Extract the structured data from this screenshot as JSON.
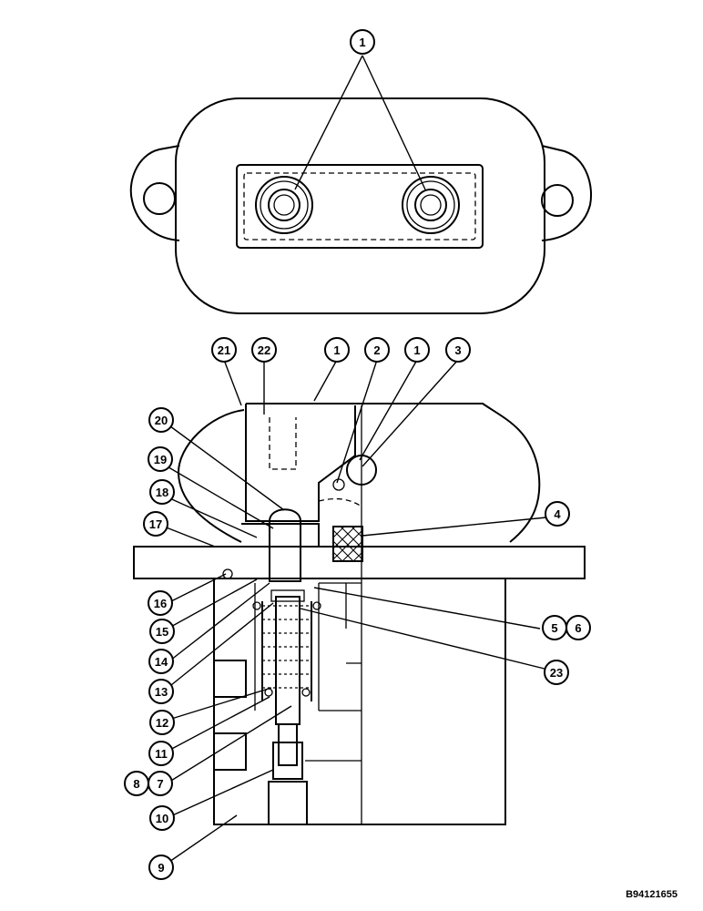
{
  "figure_id": "B94121655",
  "callouts": [
    {
      "label": "1"
    },
    {
      "label": "21"
    },
    {
      "label": "22"
    },
    {
      "label": "1"
    },
    {
      "label": "2"
    },
    {
      "label": "1"
    },
    {
      "label": "3"
    },
    {
      "label": "20"
    },
    {
      "label": "19"
    },
    {
      "label": "18"
    },
    {
      "label": "17"
    },
    {
      "label": "4"
    },
    {
      "label": "16"
    },
    {
      "label": "15"
    },
    {
      "label": "14"
    },
    {
      "label": "5"
    },
    {
      "label": "6"
    },
    {
      "label": "13"
    },
    {
      "label": "23"
    },
    {
      "label": "12"
    },
    {
      "label": "11"
    },
    {
      "label": "8"
    },
    {
      "label": "7"
    },
    {
      "label": "10"
    },
    {
      "label": "9"
    }
  ]
}
